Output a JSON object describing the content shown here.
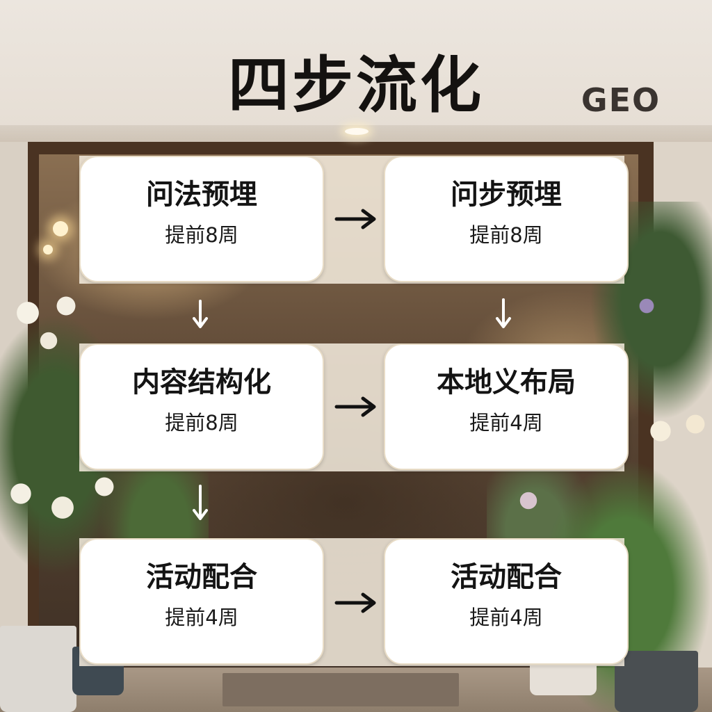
{
  "title": "四步流化",
  "brand": "GEO",
  "steps": [
    {
      "name": "问法预埋",
      "lead": "提前8周"
    },
    {
      "name": "问步预埋",
      "lead": "提前8周"
    },
    {
      "name": "内容结构化",
      "lead": "提前8周"
    },
    {
      "name": "本地义布局",
      "lead": "提前4周"
    },
    {
      "name": "活动配合",
      "lead": "提前4周"
    },
    {
      "name": "活动配合",
      "lead": "提前4周"
    }
  ],
  "colors": {
    "card": "#ffffff",
    "text": "#141414",
    "arrow": "#111111",
    "arrow_light": "#ffffff"
  }
}
